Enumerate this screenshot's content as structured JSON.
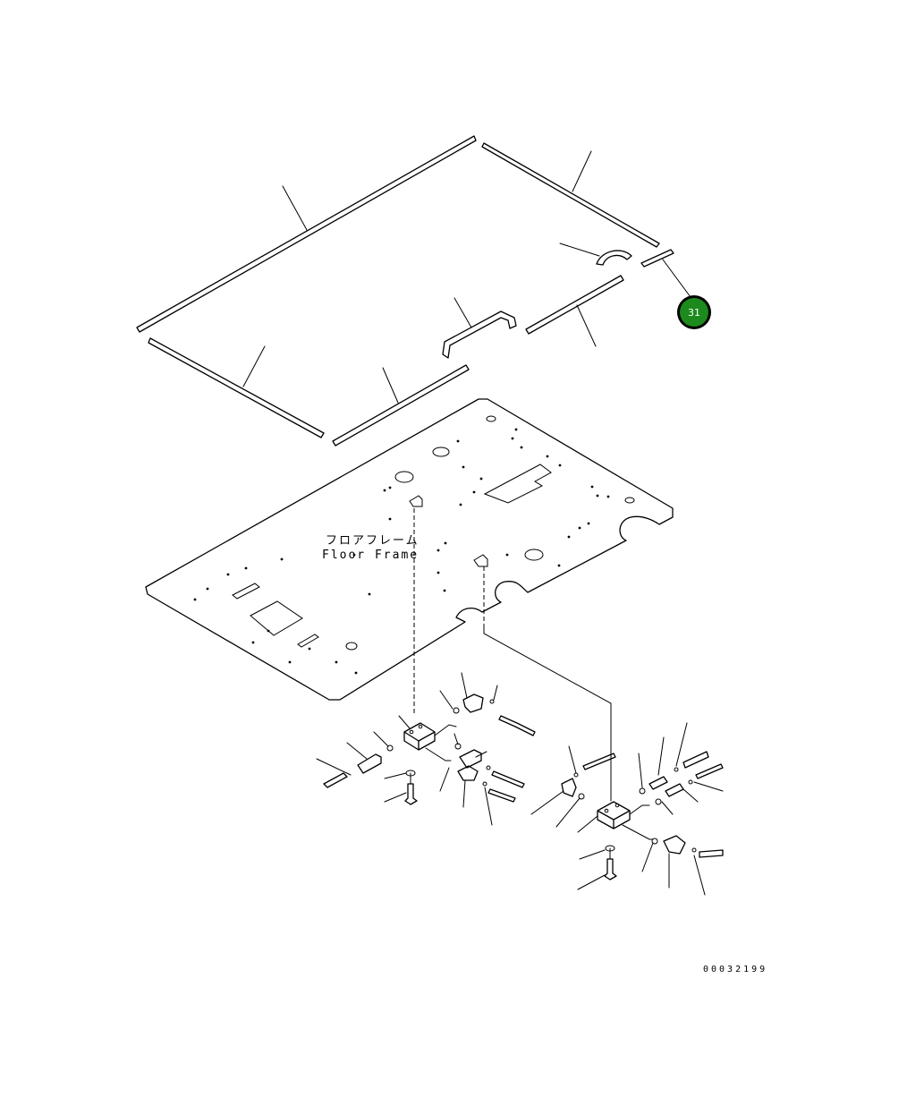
{
  "labels": {
    "floor_frame_jp": "フロアフレーム",
    "floor_frame_en": "Floor Frame"
  },
  "callout": {
    "number": "31",
    "color": "#1c8a1c"
  },
  "drawing_number": "00032199"
}
